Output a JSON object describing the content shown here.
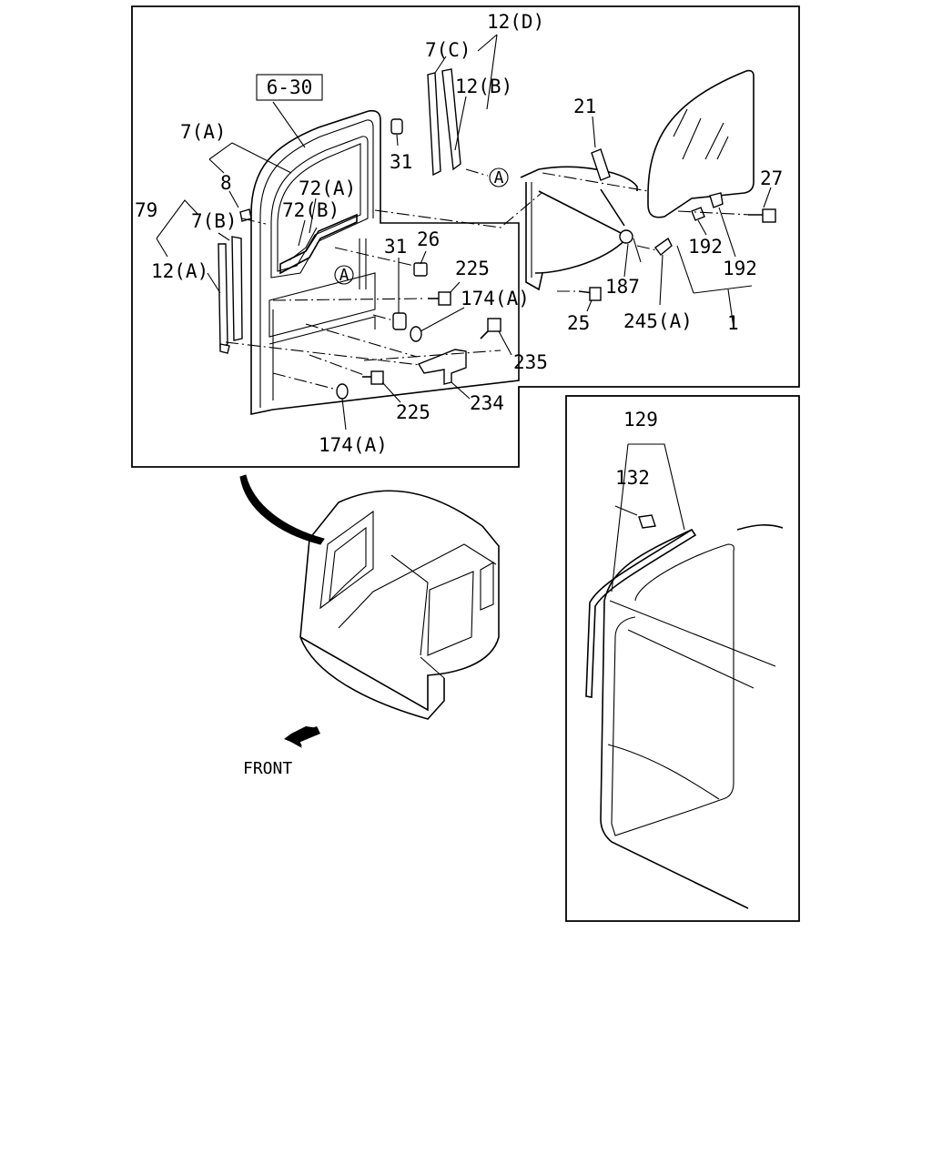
{
  "labels": {
    "ref_6_30": "6-30",
    "p12D": "12(D)",
    "p7C": "7(C)",
    "p12B": "12(B)",
    "p21": "21",
    "p7A": "7(A)",
    "p31_top": "31",
    "p27": "27",
    "p8": "8",
    "p72A": "72(A)",
    "p72B": "72(B)",
    "p79": "79",
    "p7B": "7(B)",
    "p31_mid": "31",
    "p26": "26",
    "p192_a": "192",
    "p192_b": "192",
    "p12A": "12(A)",
    "p225_top": "225",
    "p174A_top": "174(A)",
    "p187": "187",
    "p25": "25",
    "p245A": "245(A)",
    "p1": "1",
    "p235": "235",
    "p234": "234",
    "p225_bot": "225",
    "p174A_bot": "174(A)",
    "p129": "129",
    "p132": "132",
    "front": "FRONT",
    "circle_a1": "A",
    "circle_a2": "A"
  }
}
